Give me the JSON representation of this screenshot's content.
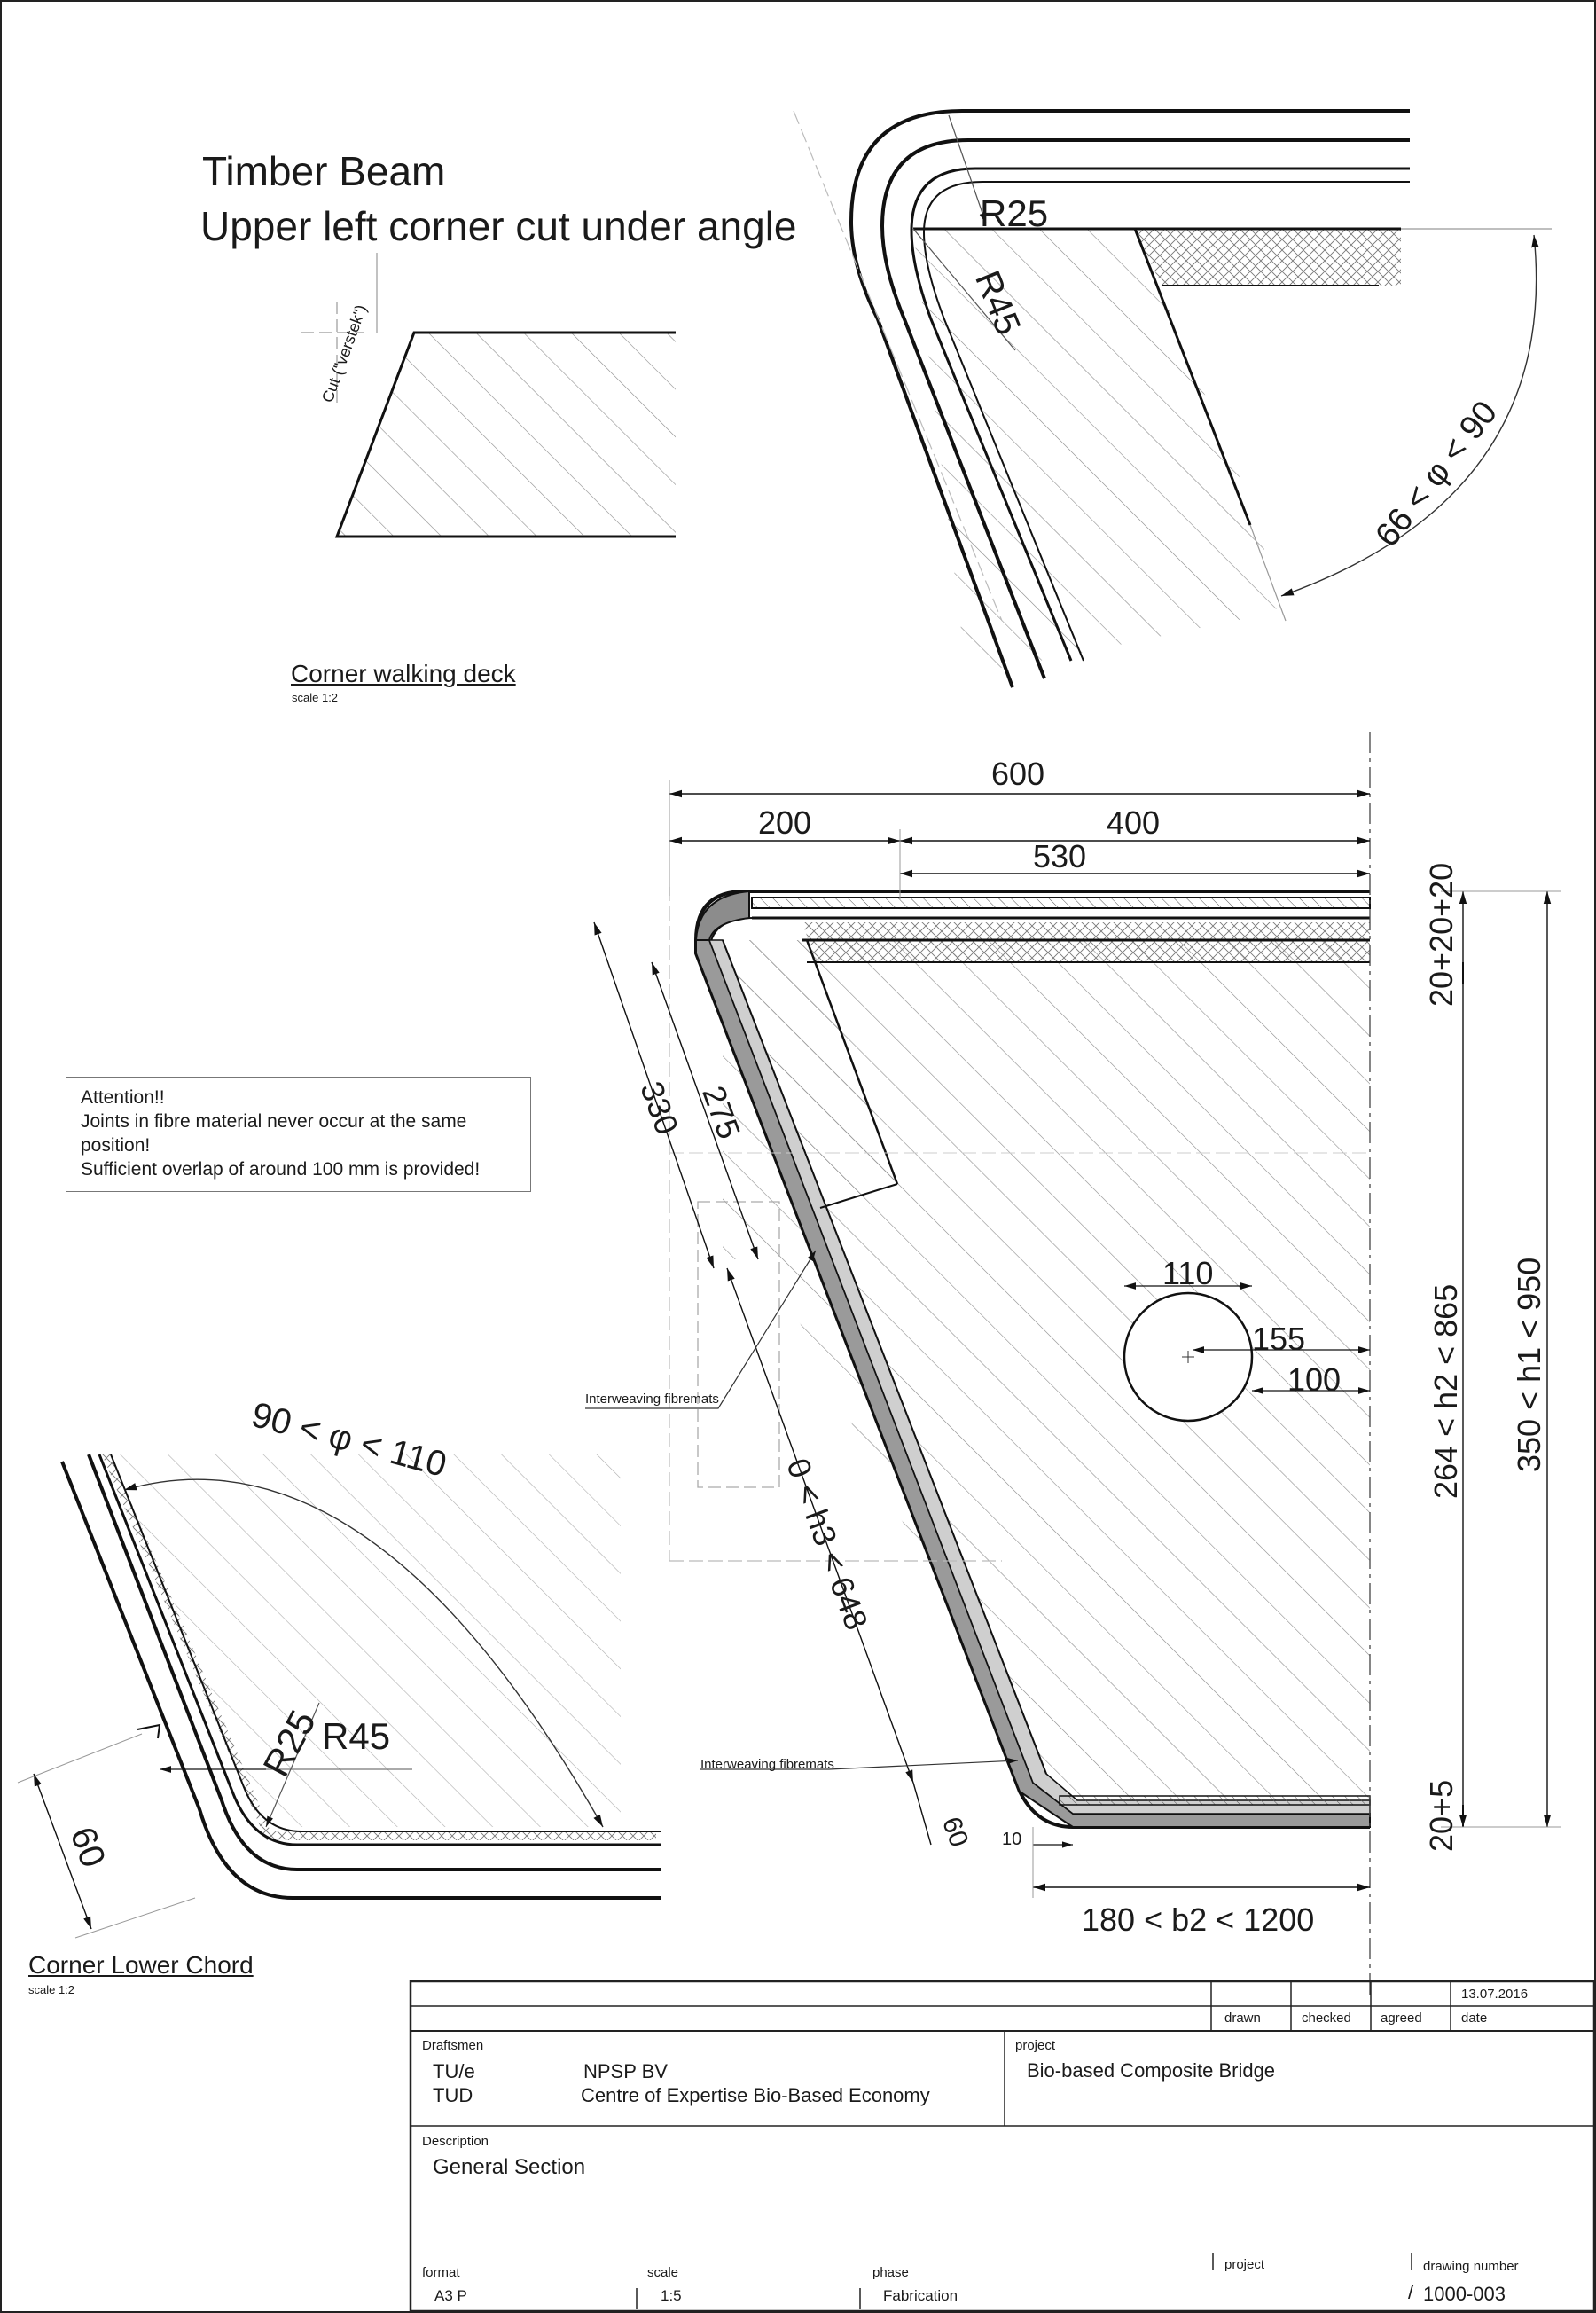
{
  "sheet": {
    "corner_deck": {
      "heading_1": "Timber Beam",
      "heading_2": "Upper left corner cut under angle",
      "cut_label": "Cut (\"verstek\")",
      "radius_inner": "R25",
      "radius_outer": "R45",
      "angle_label": "66 < φ < 90",
      "title": "Corner walking deck",
      "scale": "scale 1:2"
    },
    "note": {
      "lines": [
        "Attention!!",
        "Joints in fibre material never occur at the same",
        "position!",
        "Sufficient overlap of around 100 mm is provided!"
      ]
    },
    "general_section": {
      "dim_total_width": "600",
      "dim_left": "200",
      "dim_right": "400",
      "dim_530": "530",
      "dim_top_layers": "20+20+20",
      "dim_h2": "264 < h2 < 865",
      "dim_h1": "350 < h1 < 950",
      "dim_bottom_layers": "20+5",
      "dim_330": "330",
      "dim_275": "275",
      "dim_h3": "0 < h3 < 648",
      "dim_60": "60",
      "dim_10": "10",
      "dim_b2": "180 < b2 < 1200",
      "hole_dia": "110",
      "hole_155": "155",
      "hole_100": "100",
      "callout_1": "Interweaving fibremats",
      "callout_2": "Interweaving fibremats"
    },
    "corner_chord": {
      "angle_label": "90  <  φ  <  110",
      "radius_inner": "R25",
      "radius_outer": "R45",
      "dim_60": "60",
      "title": "Corner Lower Chord",
      "scale": "scale 1:2"
    }
  },
  "title_block": {
    "date_value": "13.07.2016",
    "header_drawn": "drawn",
    "header_checked": "checked",
    "header_agreed": "agreed",
    "header_date": "date",
    "draftsmen_label": "Draftsmen",
    "draftsmen_org_1": "TU/e",
    "draftsmen_org_2": "TUD",
    "draftsmen_company_1": "NPSP BV",
    "draftsmen_company_2": "Centre of Expertise Bio-Based Economy",
    "project_label": "project",
    "project_value": "Bio-based Composite Bridge",
    "description_label": "Description",
    "description_value": "General Section",
    "format_label": "format",
    "format_value": "A3 P",
    "scale_label": "scale",
    "scale_value": "1:5",
    "phase_label": "phase",
    "phase_value": "Fabrication",
    "project_box_label": "project",
    "drawing_number_label": "drawing number",
    "drawing_number_slash": "/",
    "drawing_number_value": "1000-003"
  }
}
